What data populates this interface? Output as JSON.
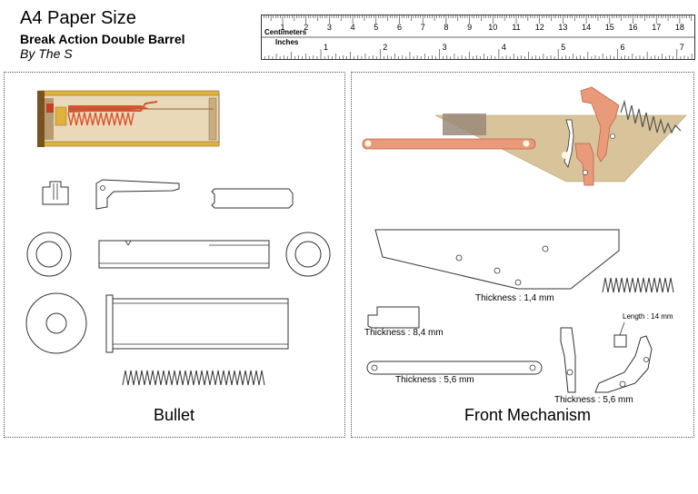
{
  "header": {
    "title": "A4 Paper Size",
    "subtitle": "Break Action Double Barrel",
    "author": "By The S"
  },
  "ruler": {
    "centimeters_label": "Centimeters",
    "inches_label": "Inches",
    "cm_marks": [
      "1",
      "2",
      "3",
      "4",
      "5",
      "6",
      "7",
      "8",
      "9",
      "10",
      "11",
      "12",
      "13",
      "14",
      "15",
      "16",
      "17",
      "18"
    ],
    "inch_marks": [
      "1",
      "2",
      "3",
      "4",
      "5",
      "6",
      "7"
    ]
  },
  "bullet_panel": {
    "caption": "Bullet"
  },
  "front_panel": {
    "caption": "Front Mechanism",
    "labels": {
      "plate_thickness": "Thickness : 1,4 mm",
      "block_thickness": "Thickness : 8,4 mm",
      "rod_thickness": "Thickness : 5,6 mm",
      "length": "Length : 14 mm",
      "lever_thickness": "Thickness : 5,6 mm"
    }
  },
  "colors": {
    "assembly_bg": "#d9c39a",
    "mech_plate": "#c8ad80",
    "spring_red": "#d9532e",
    "salmon": "#e89a7a",
    "brass": "#e0b23a",
    "outline": "#333333"
  }
}
